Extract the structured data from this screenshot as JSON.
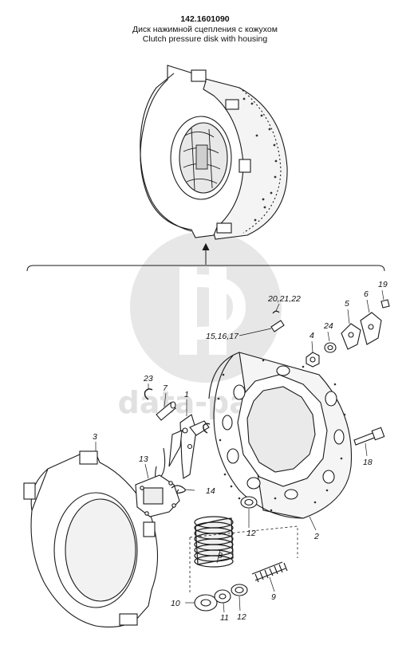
{
  "header": {
    "part_number": "142.1601090",
    "title_ru": "Диск нажимной сцепления с кожухом",
    "title_en": "Clutch pressure disk with housing"
  },
  "watermark": "data-parts",
  "callouts": {
    "c1": "1",
    "c2": "2",
    "c3": "3",
    "c4": "4",
    "c5": "5",
    "c6": "6",
    "c7": "7",
    "c8": "8",
    "c9": "9",
    "c10": "10",
    "c11": "11",
    "c12a": "12",
    "c12b": "12",
    "c13": "13",
    "c14": "14",
    "c15": "15,16,17",
    "c18": "18",
    "c19": "19",
    "c20": "20,21,22",
    "c23": "23",
    "c24": "24"
  },
  "colors": {
    "line": "#1a1a1a",
    "watermark": "#c9c9c9",
    "background": "#ffffff"
  }
}
